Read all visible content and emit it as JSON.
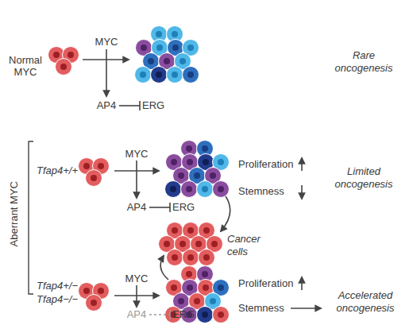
{
  "diagram": {
    "labels": [
      "Normal MYC",
      "MYC",
      "AP4",
      "ERG",
      "Rare oncogenesis",
      "Aberrant MYC",
      "Tfap4+/+",
      "MYC",
      "AP4",
      "ERG",
      "Proliferation",
      "Stemness",
      "Limited oncogenesis",
      "Cancer cells",
      "Tfap4+/−",
      "Tfap4−/−",
      "MYC",
      "AP4",
      "ERG",
      "Proliferation",
      "Stemness",
      "Accelerated oncogenesis"
    ]
  }
}
